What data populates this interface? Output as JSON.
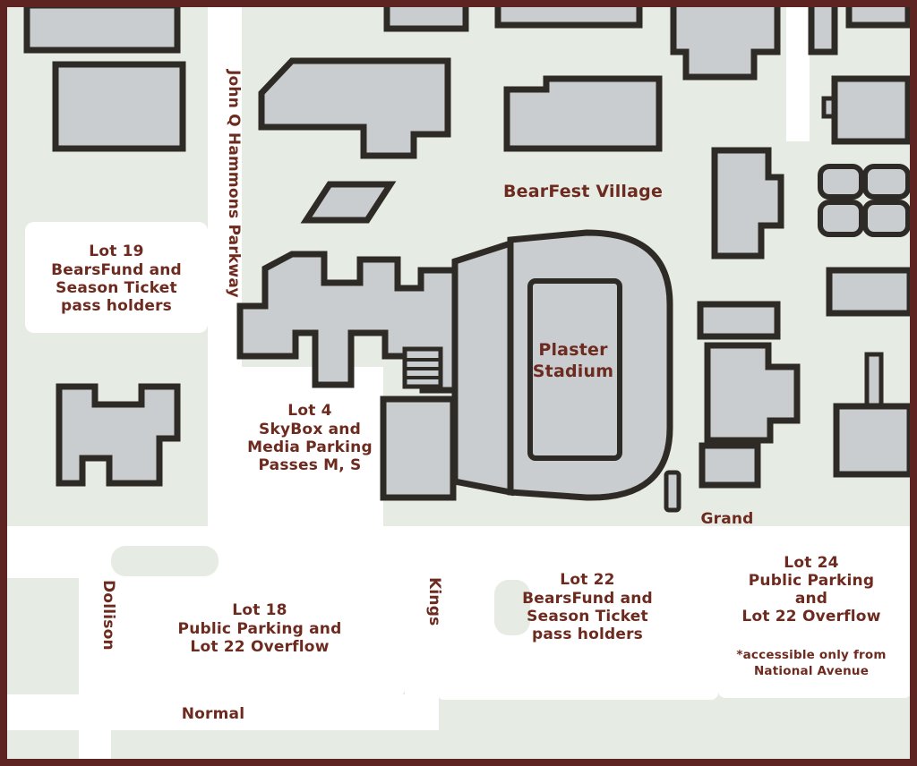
{
  "colors": {
    "background": "#e6ebe3",
    "road": "#ffffff",
    "building_fill": "#c9cdcf",
    "building_outline": "#2e2b27",
    "label_text": "#6d2a1f",
    "border": "#5e2422"
  },
  "streets": {
    "john_q_hammons": "John Q Hammons Parkway",
    "grand": "Grand",
    "dollison": "Dollison",
    "kings": "Kings",
    "normal": "Normal"
  },
  "places": {
    "bearfest_village": "BearFest Village",
    "plaster_stadium": [
      "Plaster",
      "Stadium"
    ]
  },
  "lots": {
    "lot19": {
      "lines": [
        "Lot 19",
        "BearsFund and",
        "Season Ticket",
        "pass holders"
      ]
    },
    "lot4": {
      "lines": [
        "Lot 4",
        "SkyBox and",
        "Media Parking",
        "Passes M, S"
      ]
    },
    "lot18": {
      "lines": [
        "Lot 18",
        "Public Parking and",
        "Lot 22 Overflow"
      ]
    },
    "lot22": {
      "lines": [
        "Lot 22",
        "BearsFund and",
        "Season Ticket",
        "pass holders"
      ]
    },
    "lot24": {
      "lines": [
        "Lot 24",
        "Public Parking",
        "and",
        "Lot 22 Overflow"
      ],
      "note": [
        "*accessible only from",
        "National Avenue"
      ]
    }
  }
}
